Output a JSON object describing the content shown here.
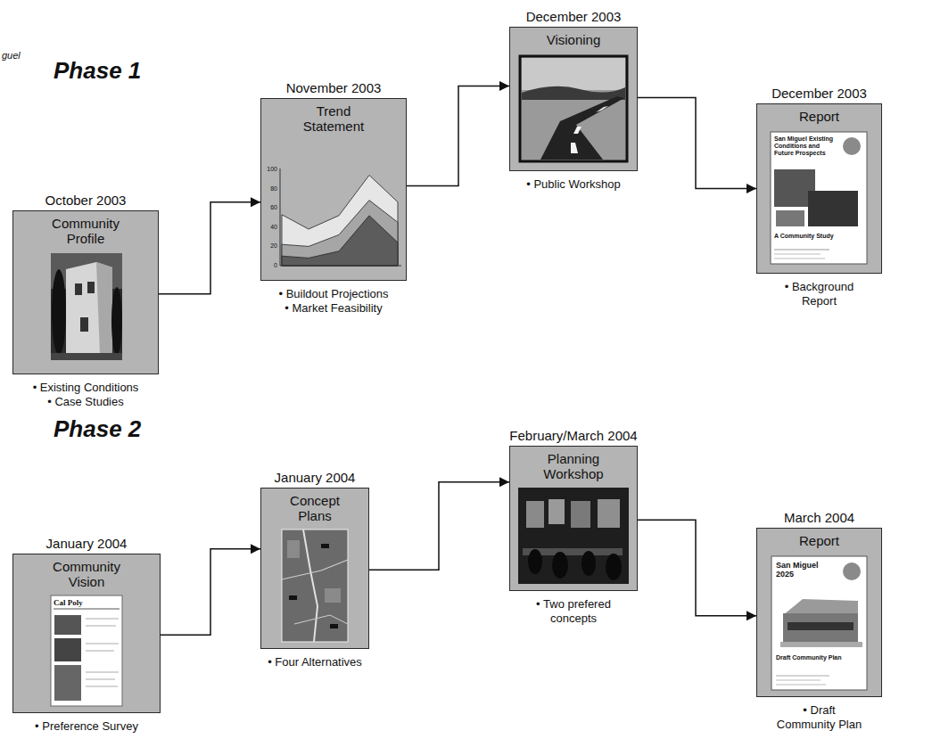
{
  "diagram": {
    "nodes": [
      {
        "text": [
          "October 2003",
          "Community Profile",
          "• Existing Conditions",
          "• Case Studies"
        ]
      },
      {
        "text": [
          "November 2003",
          "Trend Statement",
          "• Buildout Projections",
          "• Market Feasibility"
        ]
      },
      {
        "text": [
          "December 2003",
          "Visioning",
          "• Public Workshop"
        ]
      },
      {
        "text": [
          "December 2003",
          "Report",
          "• Background Report"
        ]
      },
      {
        "text": [
          "January 2004",
          "Community Vision",
          "• Preference Survey"
        ]
      },
      {
        "text": [
          "January 2004",
          "Concept Plans",
          "• Four Alternatives"
        ]
      },
      {
        "text": [
          "February/March 2004",
          "Planning Workshop",
          "• Two prefered concepts"
        ]
      },
      {
        "text": [
          "March 2004",
          "Report",
          "• Draft Community Plan"
        ]
      }
    ],
    "edges": [
      {
        "from": 0,
        "to": 1,
        "arrow": "to"
      },
      {
        "from": 1,
        "to": 2,
        "arrow": "to"
      },
      {
        "from": 2,
        "to": 3,
        "arrow": "to"
      },
      {
        "from": 4,
        "to": 5,
        "arrow": "to"
      },
      {
        "from": 5,
        "to": 6,
        "arrow": "to"
      },
      {
        "from": 6,
        "to": 7,
        "arrow": "to"
      }
    ],
    "labels": [
      "guel",
      "Phase 1",
      "Phase 2",
      "100",
      "80",
      "60",
      "40",
      "20",
      "0",
      "San Miguel Existing Conditions and Future Prospects",
      "A Community Study",
      "San Miguel 2025",
      "Draft Community Plan",
      "Cal Poly"
    ]
  }
}
